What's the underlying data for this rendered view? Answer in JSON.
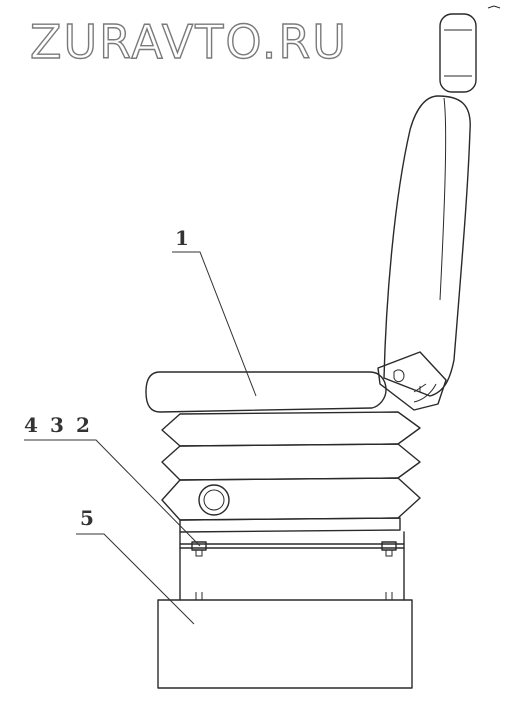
{
  "watermark": {
    "text": "ZURAVTO.RU"
  },
  "callouts": {
    "label_1": "1",
    "label_2": "2",
    "label_3": "3",
    "label_4": "4",
    "label_5": "5"
  },
  "colors": {
    "line": "#2a2a2a",
    "watermark_stroke": "#7a7a7a",
    "background": "#ffffff"
  }
}
